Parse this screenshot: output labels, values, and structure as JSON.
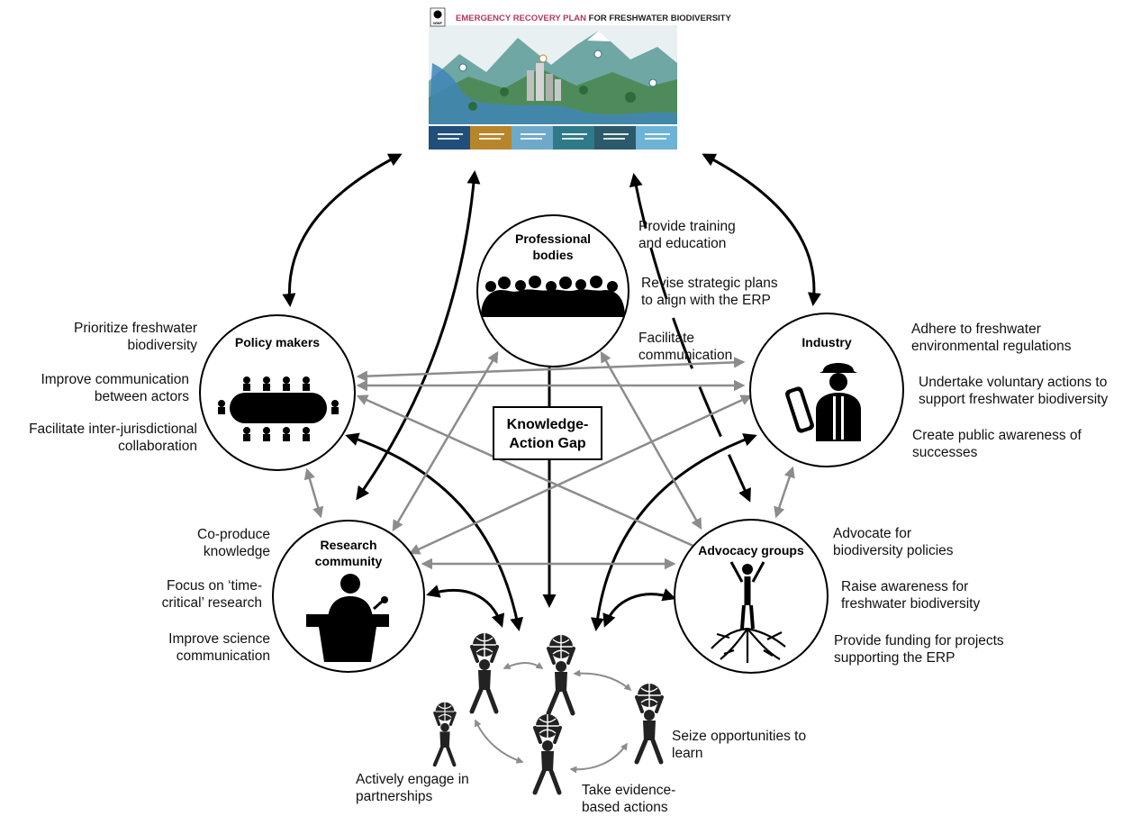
{
  "poster": {
    "title_accent": "EMERGENCY RECOVERY PLAN",
    "title_rest": " FOR FRESHWATER BIODIVERSITY",
    "logo_text": "WWF",
    "panel_colors": [
      "#1f4f7a",
      "#b8862a",
      "#6fa9c9",
      "#2f7a8a",
      "#2c5a6a",
      "#6db3d6"
    ]
  },
  "nodes": {
    "professional": "Professional bodies",
    "professional_l1": "Professional",
    "professional_l2": "bodies",
    "policy": "Policy makers",
    "industry": "Industry",
    "research_l1": "Research",
    "research_l2": "community",
    "advocacy": "Advocacy groups"
  },
  "center": {
    "line1": "Knowledge-",
    "line2": "Action Gap"
  },
  "labels": {
    "policy": [
      [
        "Prioritize freshwater",
        "biodiversity"
      ],
      [
        "Improve communication",
        "between actors"
      ],
      [
        "Facilitate inter-jurisdictional",
        "collaboration"
      ]
    ],
    "professional": [
      [
        "Provide training",
        "and education"
      ],
      [
        "Revise strategic plans",
        "to align with the ERP"
      ],
      [
        "Facilitate",
        "communication"
      ]
    ],
    "industry": [
      [
        "Adhere to freshwater",
        "environmental regulations"
      ],
      [
        "Undertake voluntary actions to",
        "support freshwater biodiversity"
      ],
      [
        "Create public awareness of",
        "successes"
      ]
    ],
    "research": [
      [
        "Co-produce",
        "knowledge"
      ],
      [
        "Focus on ‘time-",
        "critical’ research"
      ],
      [
        "Improve science",
        "communication"
      ]
    ],
    "advocacy": [
      [
        "Advocate for",
        "biodiversity policies"
      ],
      [
        "Raise awareness for",
        "freshwater biodiversity"
      ],
      [
        "Provide funding for projects",
        "supporting the ERP"
      ]
    ],
    "bottom": [
      [
        "Actively engage in",
        "partnerships"
      ],
      [
        "Take evidence-",
        "based actions"
      ],
      [
        "Seize opportunities to",
        "learn"
      ]
    ]
  },
  "colors": {
    "black_arrow": "#000000",
    "grey_arrow": "#8c8c8c",
    "figure": "#222222",
    "title_accent": "#b5365b"
  }
}
